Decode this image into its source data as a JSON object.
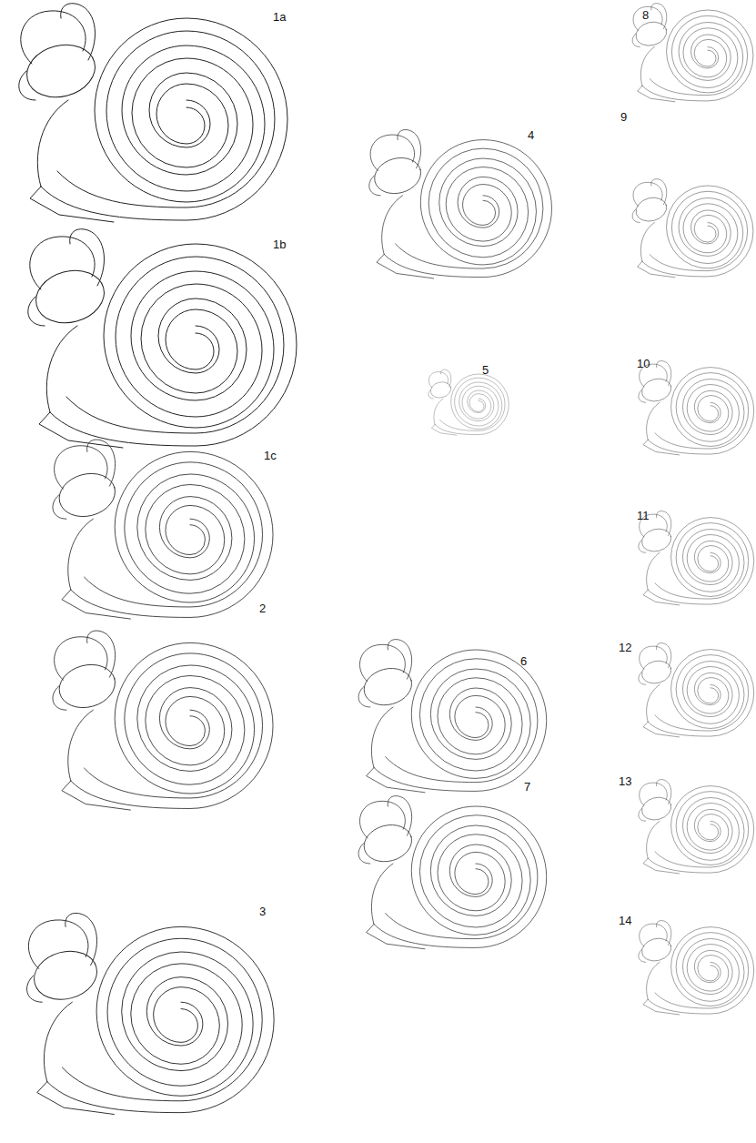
{
  "diagram": {
    "labels": [
      "1a",
      "1b",
      "1c",
      "2",
      "3",
      "4",
      "5",
      "6",
      "7",
      "8",
      "9",
      "10",
      "11",
      "12",
      "13",
      "14"
    ]
  }
}
